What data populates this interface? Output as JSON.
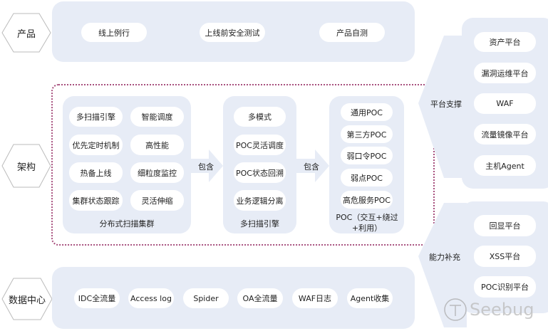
{
  "rows": {
    "product": {
      "label": "产品",
      "items": [
        "线上例行",
        "上线前安全测试",
        "产品自测"
      ]
    },
    "architecture": {
      "label": "架构",
      "cluster": {
        "title": "分布式扫描集群",
        "items": [
          "多扫描引擎",
          "智能调度",
          "优先定时机制",
          "高性能",
          "热备上线",
          "细粒度监控",
          "集群状态跟踪",
          "灵活伸缩"
        ]
      },
      "arrow1": "包含",
      "engine": {
        "title": "多扫描引擎",
        "items": [
          "多模式",
          "POC灵活调度",
          "POC状态回溯",
          "业务逻辑分离"
        ]
      },
      "arrow2": "包含",
      "poc": {
        "title": "POC（交互+绕过+利用）",
        "items": [
          "通用POC",
          "第三方POC",
          "弱口令POC",
          "弱点POC",
          "高危服务POC"
        ]
      }
    },
    "data_center": {
      "label": "数据中心",
      "items": [
        "IDC全流量",
        "Access log",
        "Spider",
        "OA全流量",
        "WAF日志",
        "Agent收集"
      ]
    }
  },
  "right": {
    "platform": {
      "label": "平台支撑",
      "items": [
        "资产平台",
        "漏洞运维平台",
        "WAF",
        "流量镜像平台",
        "主机Agent"
      ]
    },
    "capability": {
      "label": "能力补充",
      "items": [
        "回显平台",
        "XSS平台",
        "POC识别平台"
      ]
    }
  },
  "watermark": "Seebug"
}
